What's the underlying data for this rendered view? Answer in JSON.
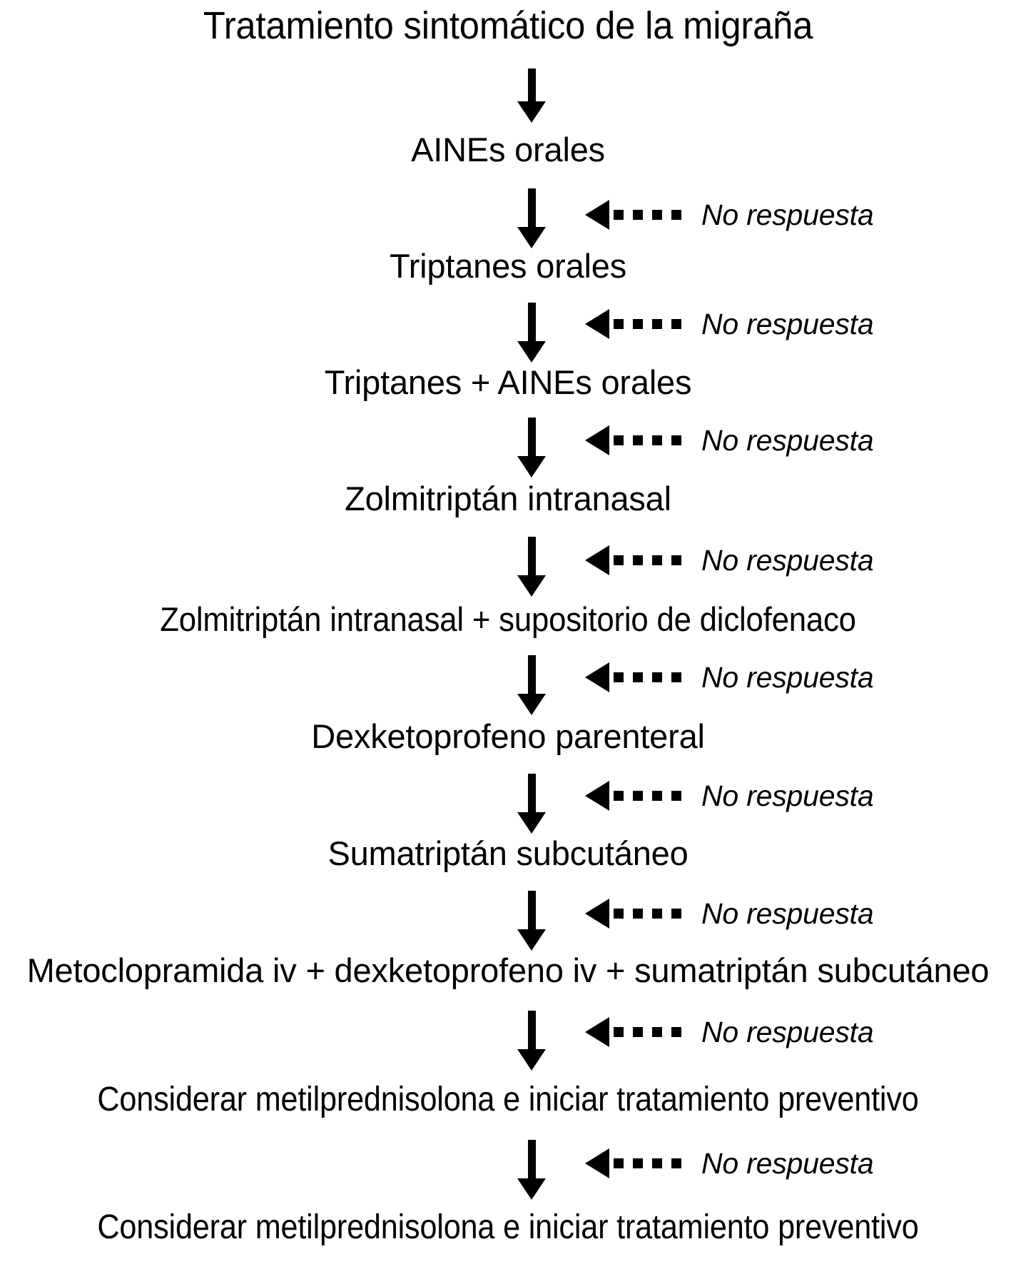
{
  "chart_data": {
    "type": "diagram",
    "title": "Tratamiento sintomático de la migraña",
    "orientation": "vertical-flowchart",
    "background_color": "#ffffff",
    "foreground_color": "#000000",
    "branch_label": "No respuesta",
    "steps": [
      "AINEs orales",
      "Triptanes orales",
      "Triptanes + AINEs orales",
      "Zolmitriptán intranasal",
      "Zolmitriptán intranasal + supositorio de diclofenaco",
      "Dexketoprofeno parenteral",
      "Sumatriptán subcutáneo",
      "Metoclopramida iv + dexketoprofeno iv + sumatriptán subcutáneo",
      "Considerar metilprednisolona e iniciar tratamiento preventivo"
    ]
  },
  "diagram": {
    "title": "Tratamiento sintomático de la migraña",
    "nodes": [
      {
        "label": "AINEs orales"
      },
      {
        "label": "Triptanes orales"
      },
      {
        "label": "Triptanes + AINEs orales"
      },
      {
        "label": "Zolmitriptán intranasal"
      },
      {
        "label": "Zolmitriptán intranasal + supositorio de diclofenaco"
      },
      {
        "label": "Dexketoprofeno parenteral"
      },
      {
        "label": "Sumatriptán subcutáneo"
      },
      {
        "label": "Metoclopramida iv + dexketoprofeno iv + sumatriptán subcutáneo"
      },
      {
        "label": "Considerar metilprednisolona e iniciar tratamiento preventivo"
      }
    ],
    "branches": [
      {
        "label": "No respuesta"
      },
      {
        "label": "No respuesta"
      },
      {
        "label": "No respuesta"
      },
      {
        "label": "No respuesta"
      },
      {
        "label": "No respuesta"
      },
      {
        "label": "No respuesta"
      },
      {
        "label": "No respuesta"
      },
      {
        "label": "No respuesta"
      },
      {
        "label": "No respuesta"
      }
    ]
  }
}
